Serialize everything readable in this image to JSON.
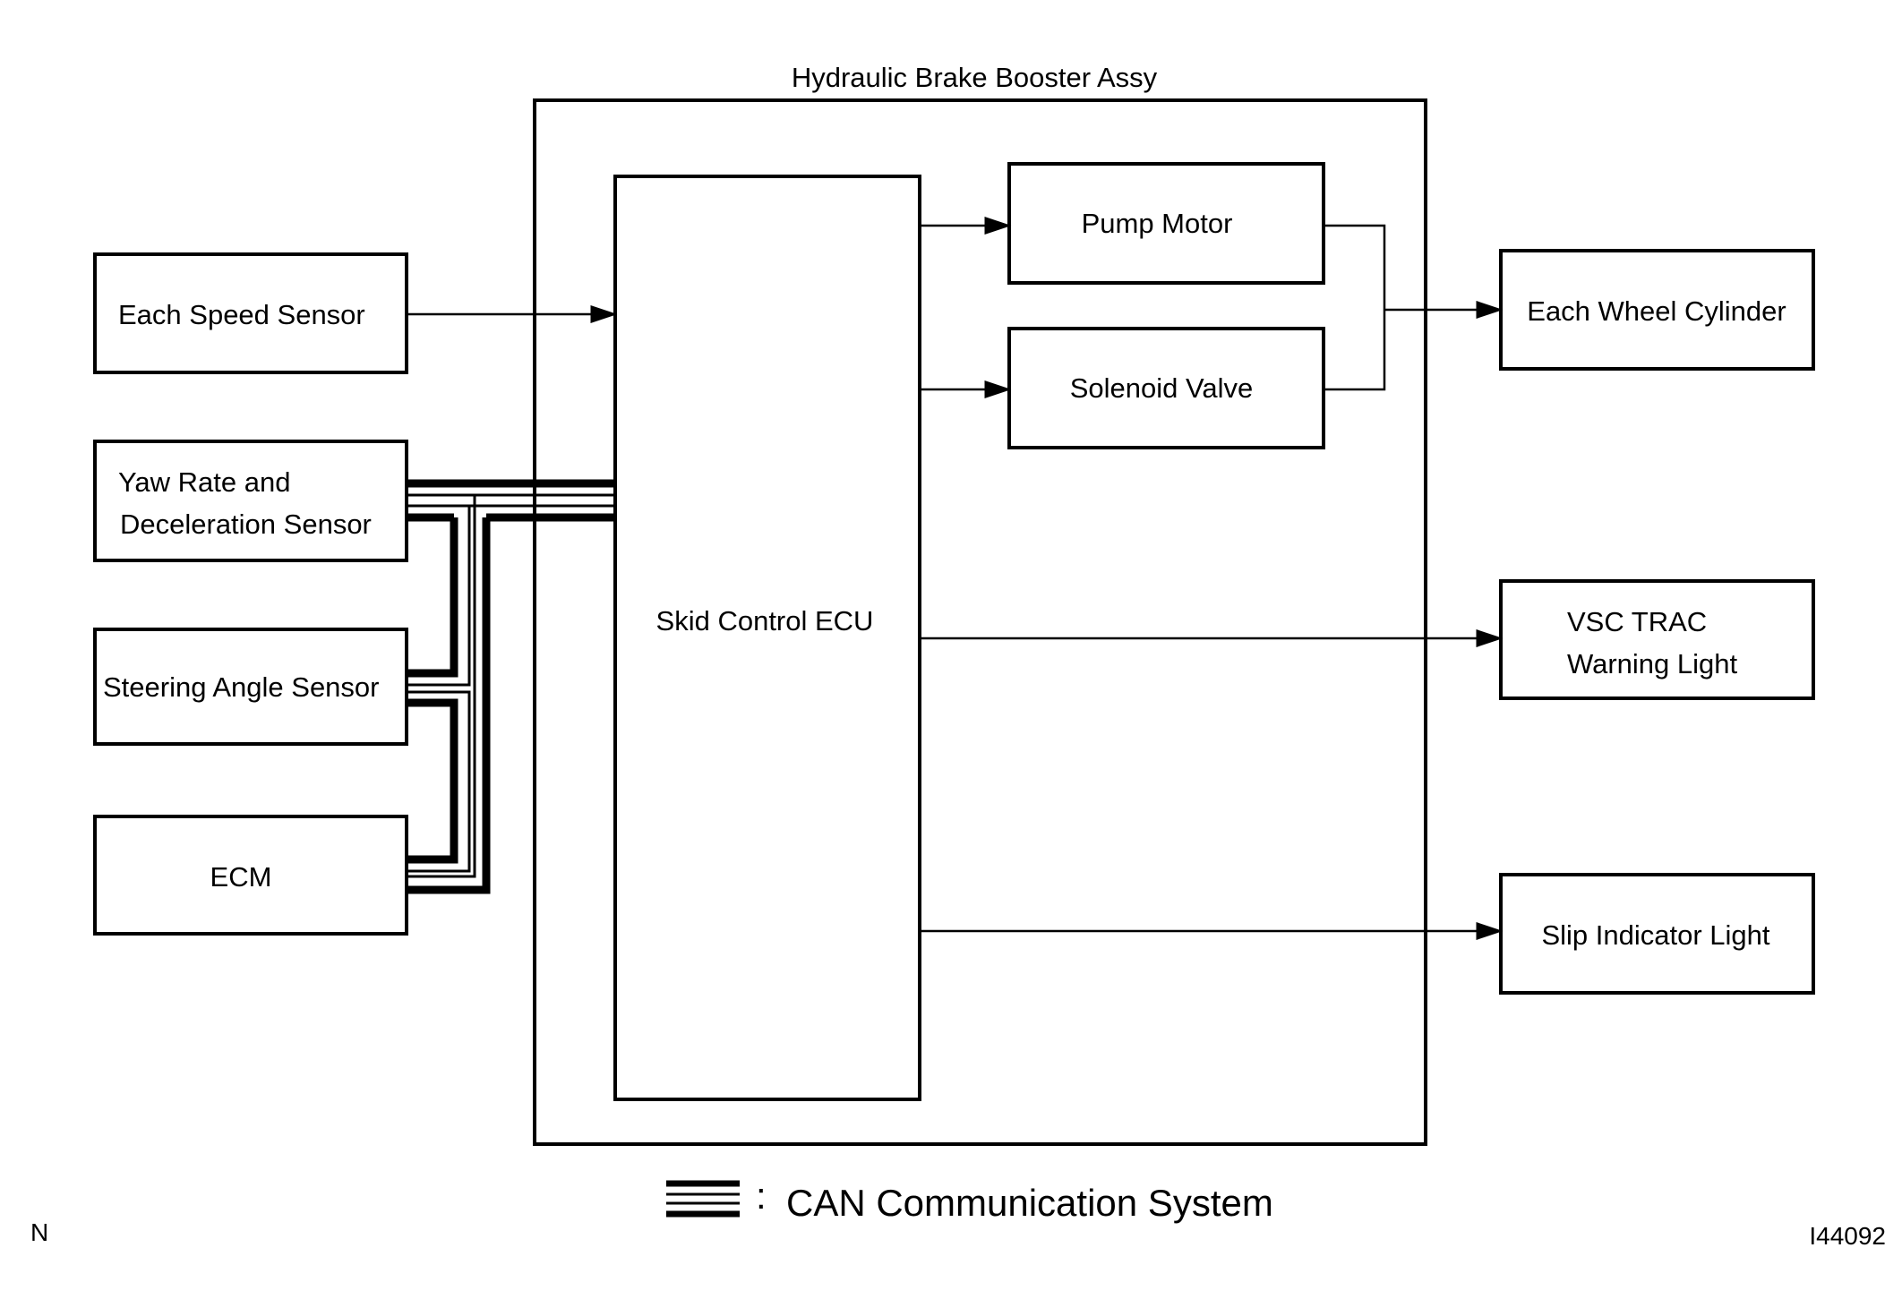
{
  "container": {
    "title": "Hydraulic Brake Booster Assy"
  },
  "inputs": {
    "speed_sensor": "Each Speed Sensor",
    "yaw_rate_line1": "Yaw Rate and",
    "yaw_rate_line2": "Deceleration Sensor",
    "steering_angle": "Steering Angle Sensor",
    "ecm": "ECM"
  },
  "ecu": {
    "label": "Skid Control ECU"
  },
  "actuators": {
    "pump_motor": "Pump Motor",
    "solenoid_valve": "Solenoid Valve"
  },
  "outputs": {
    "wheel_cylinder": "Each Wheel Cylinder",
    "vsc_line1": "VSC TRAC",
    "vsc_line2": "Warning Light",
    "slip_indicator": "Slip Indicator Light"
  },
  "legend": {
    "colon": ":",
    "label": "CAN Communication System"
  },
  "corner": {
    "left_mark": "N",
    "figure_id": "I44092"
  },
  "colors": {
    "line": "#000000",
    "background": "#ffffff"
  }
}
